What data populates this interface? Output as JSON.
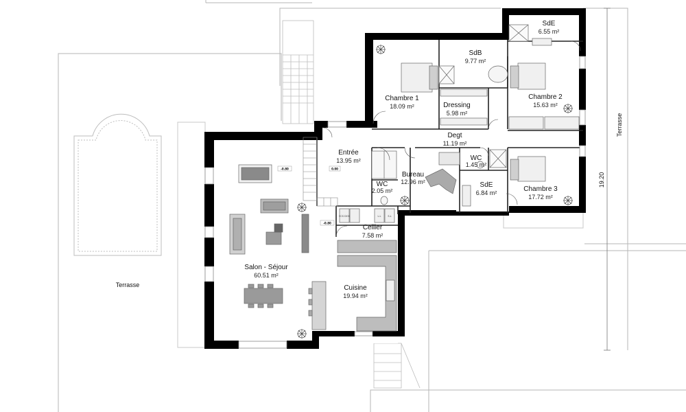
{
  "rooms": [
    {
      "id": "salon",
      "name": "Salon - Séjour",
      "area": "60.51 m²"
    },
    {
      "id": "cuisine",
      "name": "Cuisine",
      "area": "19.94 m²"
    },
    {
      "id": "entree",
      "name": "Entrée",
      "area": "13.95 m²"
    },
    {
      "id": "cellier",
      "name": "Cellier",
      "area": "7.58 m²"
    },
    {
      "id": "wc1",
      "name": "WC",
      "area": "2.05 m²"
    },
    {
      "id": "bureau",
      "name": "Bureau",
      "area": "12.96 m²"
    },
    {
      "id": "degt",
      "name": "Degt",
      "area": "11.19 m²"
    },
    {
      "id": "wc2",
      "name": "WC",
      "area": "1.45 m²"
    },
    {
      "id": "sde1",
      "name": "SdE",
      "area": "6.84 m²"
    },
    {
      "id": "chambre3",
      "name": "Chambre 3",
      "area": "17.72 m²"
    },
    {
      "id": "chambre1",
      "name": "Chambre 1",
      "area": "18.09 m²"
    },
    {
      "id": "dressing",
      "name": "Dressing",
      "area": "5.98 m²"
    },
    {
      "id": "sdb",
      "name": "SdB",
      "area": "9.77 m²"
    },
    {
      "id": "chambre2",
      "name": "Chambre 2",
      "area": "15.63 m²"
    },
    {
      "id": "sde2",
      "name": "SdE",
      "area": "6.55 m²"
    }
  ],
  "exterior": {
    "terrasse_left": "Terrasse",
    "terrasse_right": "Terrasse",
    "dimension": "19.20"
  },
  "levels": {
    "salon": "-0.80",
    "entree": "0.00",
    "step": "-0.80"
  },
  "fixtures": {
    "ecs": "ECS\nDOS",
    "ll": "L.L",
    "sl": "S.L"
  }
}
